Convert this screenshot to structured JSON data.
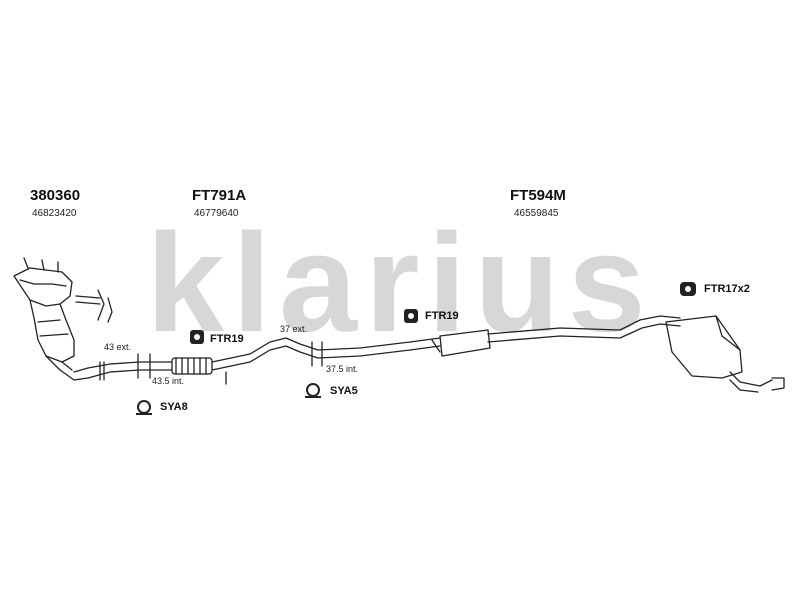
{
  "brand": {
    "watermark": "klarius"
  },
  "parts": [
    {
      "code": "380360",
      "number": "46823420"
    },
    {
      "code": "FT791A",
      "number": "46779640"
    },
    {
      "code": "FT594M",
      "number": "46559845"
    }
  ],
  "fittings": {
    "ftr19_a": "FTR19",
    "ftr19_b": "FTR19",
    "ftr17": "FTR17x2",
    "sya8": "SYA8",
    "sya5": "SYA5"
  },
  "dimensions": {
    "d43_ext": "43 ext.",
    "d43_5_int": "43.5 int.",
    "d37_ext": "37 ext.",
    "d37_5_int": "37.5 int."
  },
  "colors": {
    "line": "#222222",
    "watermark": "#d7d7d7",
    "background": "#ffffff"
  }
}
